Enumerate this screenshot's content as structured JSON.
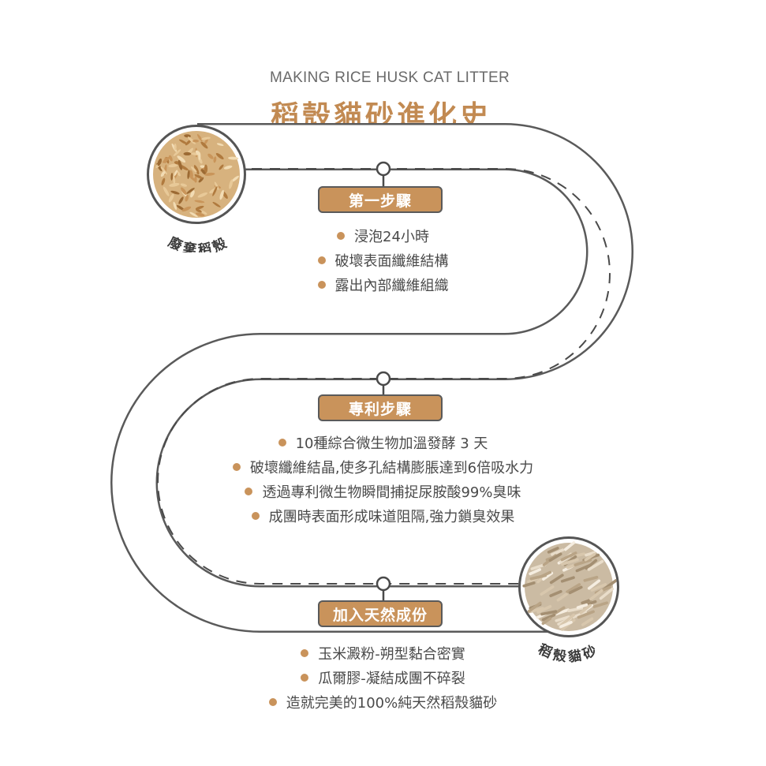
{
  "header": {
    "subtitle": "MAKING RICE HUSK CAT LITTER",
    "title": "稻殼貓砂進化史"
  },
  "colors": {
    "accent": "#c9935b",
    "title": "#c28a52",
    "road_border": "#5a5a5a"
  },
  "images": {
    "husk": {
      "label": "廢棄稻殼",
      "icon": "rice-husk-photo"
    },
    "litter": {
      "label": "稻殼貓砂",
      "icon": "cat-litter-photo"
    }
  },
  "steps": [
    {
      "label": "第一步驟",
      "items": [
        "浸泡24小時",
        "破壞表面纖維結構",
        "露出內部纖維組織"
      ]
    },
    {
      "label": "專利步驟",
      "items": [
        "10種綜合微生物加溫發酵 3 天",
        "破壞纖維結晶,使多孔結構膨脹達到6倍吸水力",
        "透過專利微生物瞬間捕捉尿胺酸99%臭味",
        "成團時表面形成味道阻隔,強力鎖臭效果"
      ]
    },
    {
      "label": "加入天然成份",
      "items": [
        "玉米澱粉-朔型黏合密實",
        "瓜爾膠-凝結成團不碎裂",
        "造就完美的100%純天然稻殼貓砂"
      ]
    }
  ]
}
